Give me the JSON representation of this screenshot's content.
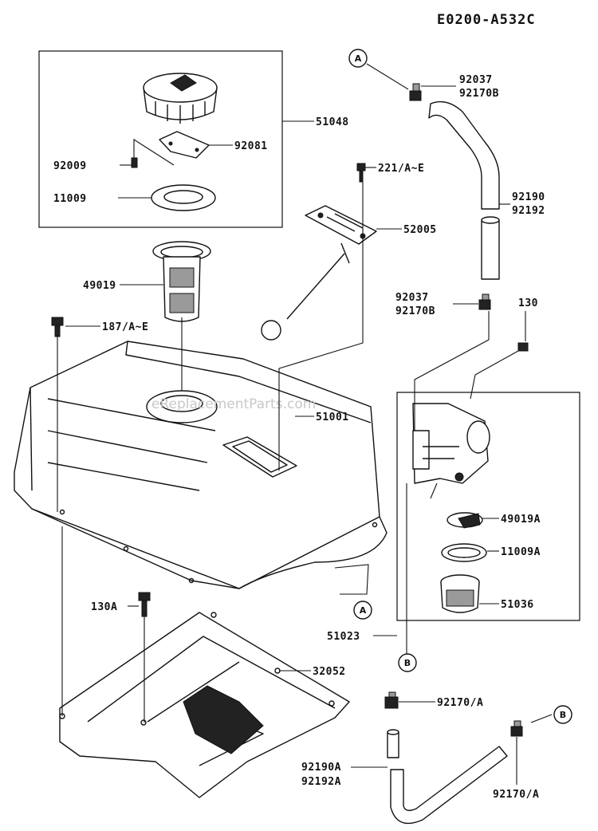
{
  "diagram_code": "E0200-A532C",
  "watermark": "eReplacementParts.com",
  "callouts": {
    "a_top": "A",
    "a_bottom": "A",
    "b_mid": "B",
    "b_bottom": "B"
  },
  "labels": {
    "p51048": "51048",
    "p92081": "92081",
    "p92009": "92009",
    "p11009": "11009",
    "p49019": "49019",
    "p187": "187/A~E",
    "p221": "221/A~E",
    "p52005": "52005",
    "p51001": "51001",
    "p92037_top": "92037",
    "p92170b_top": "92170B",
    "p92190": "92190",
    "p92192": "92192",
    "p92037_mid": "92037",
    "p92170b_mid": "92170B",
    "p130": "130",
    "p49019a": "49019A",
    "p11009a": "11009A",
    "p51036": "51036",
    "p51023": "51023",
    "p130a": "130A",
    "p32052": "32052",
    "p92170a_mid": "92170/A",
    "p92190a": "92190A",
    "p92192a": "92192A",
    "p92170a_bot": "92170/A"
  }
}
